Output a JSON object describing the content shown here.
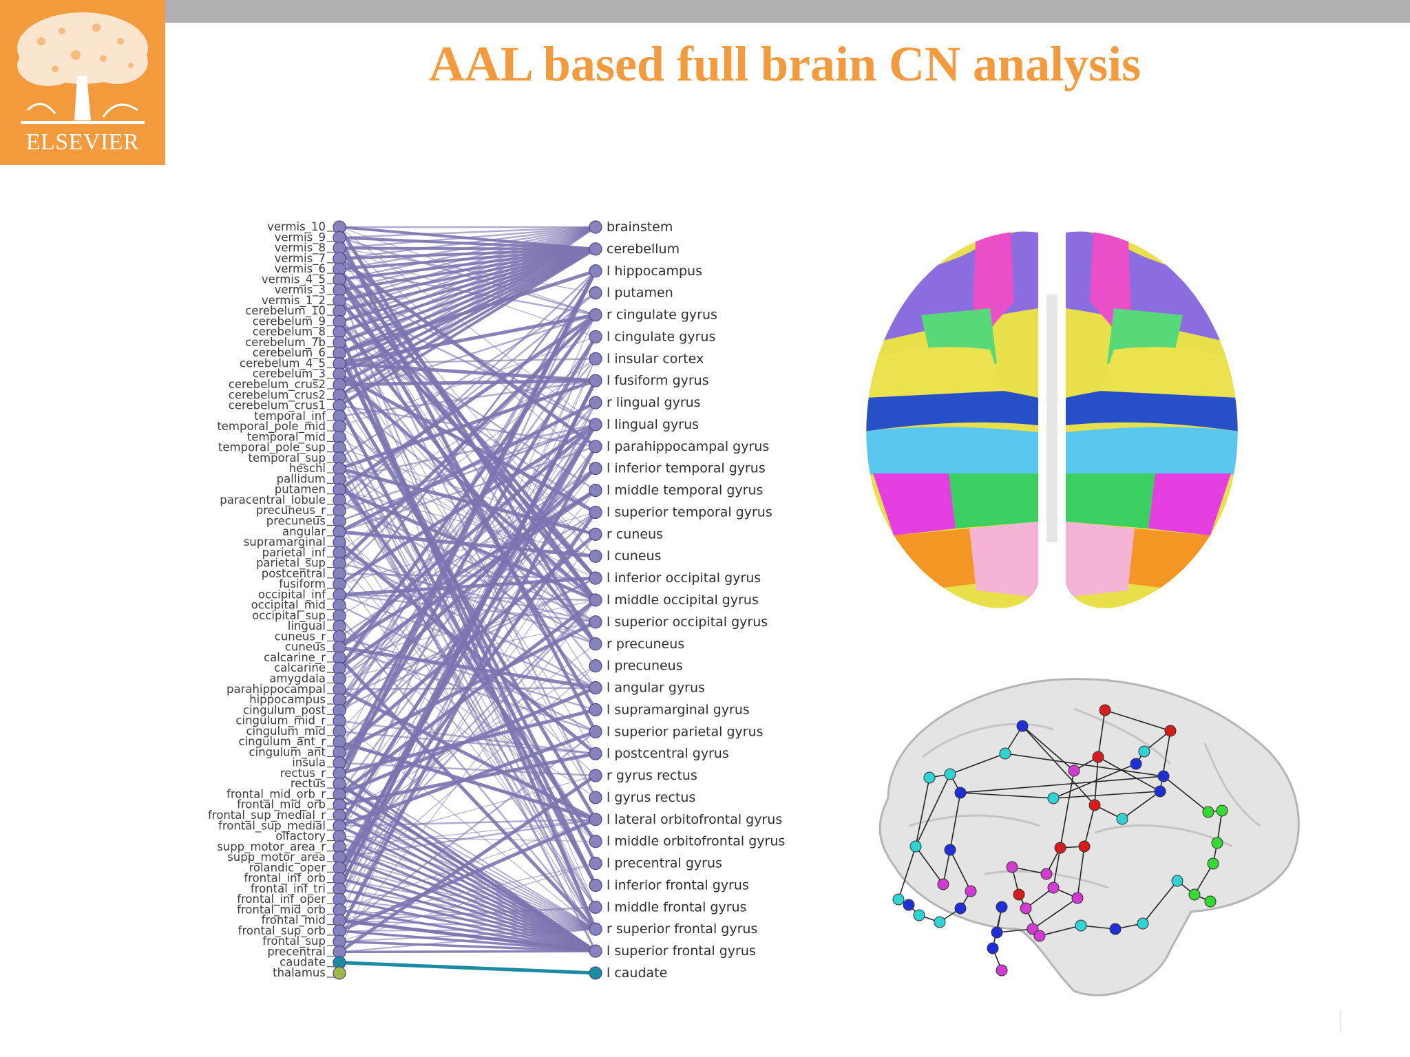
{
  "header": {
    "title": "AAL based full brain CN analysis",
    "publisher_logo": "ELSEVIER",
    "accent_color": "#f39a3d"
  },
  "diagram": {
    "left_nodes": [
      "vermis_10",
      "vermis_9",
      "vermis_8",
      "vermis_7",
      "vermis_6",
      "vermis_4_5",
      "vermis_3",
      "vermis_1_2",
      "cerebelum_10",
      "cerebelum_9",
      "cerebelum_8",
      "cerebelum_7b",
      "cerebelum_6",
      "cerebelum_4_5",
      "cerebelum_3",
      "cerebelum_crus2",
      "cerebelum_crus2",
      "cerebelum_crus1",
      "temporal_inf",
      "temporal_pole_mid",
      "temporal_mid",
      "temporal_pole_sup",
      "temporal_sup",
      "heschl",
      "pallidum",
      "putamen",
      "paracentral_lobule",
      "precuneus_r",
      "precuneus",
      "angular",
      "supramarginal",
      "parietal_inf",
      "parietal_sup",
      "postcentral",
      "fusiform",
      "occipital_inf",
      "occipital_mid",
      "occipital_sup",
      "lingual",
      "cuneus_r",
      "cuneus",
      "calcarine_r",
      "calcarine",
      "amygdala",
      "parahippocampal",
      "hippocampus",
      "cingulum_post",
      "cingulum_mid_r",
      "cingulum_mid",
      "cingulum_ant_r",
      "cingulum_ant",
      "insula",
      "rectus_r",
      "rectus",
      "frontal_mid_orb_r",
      "frontal_mid_orb",
      "frontal_sup_medial_r",
      "frontal_sup_medial",
      "olfactory",
      "supp_motor_area_r",
      "supp_motor_area",
      "rolandic_oper",
      "frontal_inf_orb",
      "frontal_inf_tri",
      "frontal_inf_oper",
      "frontal_mid_orb",
      "frontal_mid",
      "frontal_sup_orb",
      "frontal_sup",
      "precentral",
      "caudate",
      "thalamus"
    ],
    "right_nodes": [
      "brainstem",
      "cerebellum",
      "l hippocampus",
      "l putamen",
      "r cingulate gyrus",
      "l cingulate gyrus",
      "l insular cortex",
      "l fusiform gyrus",
      "r lingual gyrus",
      "l lingual gyrus",
      "l parahippocampal gyrus",
      "l inferior temporal gyrus",
      "l middle temporal gyrus",
      "l superior temporal gyrus",
      "r cuneus",
      "l cuneus",
      "l inferior occipital gyrus",
      "l middle occipital gyrus",
      "l superior occipital gyrus",
      "r precuneus",
      "l precuneus",
      "l angular gyrus",
      "l supramarginal gyrus",
      "l superior parietal gyrus",
      "l postcentral gyrus",
      "r gyrus rectus",
      "l gyrus rectus",
      "l lateral orbitofrontal gyrus",
      "l middle orbitofrontal gyrus",
      "l precentral gyrus",
      "l inferior frontal gyrus",
      "l middle frontal gyrus",
      "r superior frontal gyrus",
      "l superior frontal gyrus",
      "l caudate"
    ],
    "edge_color": "#7b74b0",
    "node_color": "#8781bd",
    "highlight_edge_color": "#1b8ba4",
    "highlight_node_color": "#9bb84a"
  },
  "images": {
    "brain_top_view": "brain-top-view-illustration",
    "brain_side_view": "brain-network-side-view-illustration"
  }
}
